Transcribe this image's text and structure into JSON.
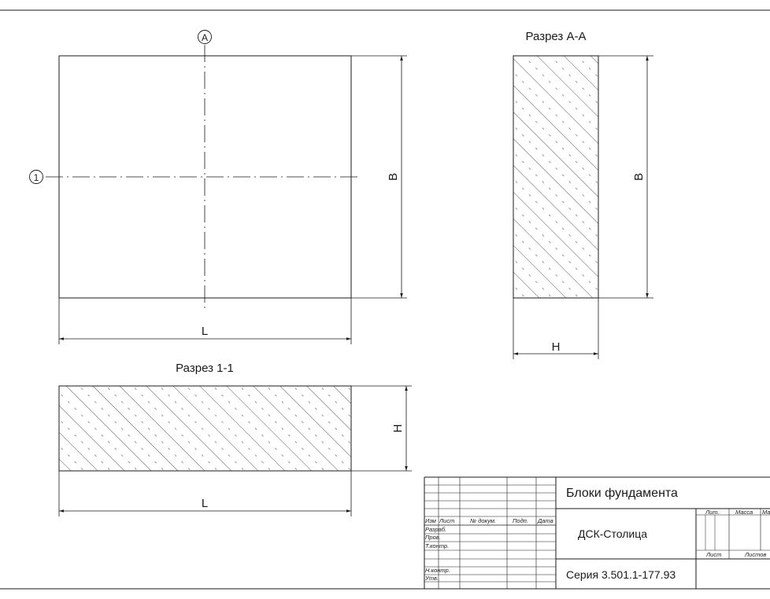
{
  "labels": {
    "axis_a": "А",
    "axis_1": "1",
    "section_aa": "Разрез А-А",
    "section_11": "Разрез 1-1"
  },
  "dims": {
    "plan_length": "L",
    "plan_width": "B",
    "section_aa_width": "B",
    "section_aa_height": "H",
    "section_11_length": "L",
    "section_11_height": "H"
  },
  "title_block": {
    "title": "Блоки фундамента",
    "organization": "ДСК-Столица",
    "series": "Серия 3.501.1-177.93",
    "headers": [
      "Изм",
      "Лист",
      "№ докум.",
      "Подп.",
      "Дата"
    ],
    "roles": [
      "Разраб.",
      "Пров.",
      "Т.контр.",
      "",
      "Н.контр.",
      "Утв."
    ],
    "lit": "Лит.",
    "mass": "Масса",
    "scale": "Ма",
    "sheet": "Лист",
    "sheets": "Листов"
  },
  "colors": {
    "line": "#1a1a1a",
    "hatch": "#444444"
  }
}
